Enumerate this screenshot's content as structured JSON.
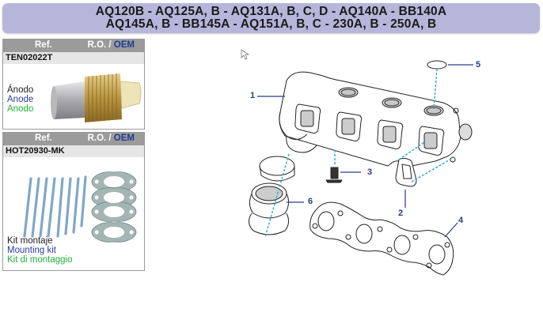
{
  "header": {
    "line1": "AQ120B - AQ125A, B - AQ131A, B, C, D - AQ140A - BB140A",
    "line2": "AQ145A, B - BB145A - AQ151A, B, C - 230A, B - 250A, B",
    "background": "#b6b6da"
  },
  "products": [
    {
      "ref_label": "Ref.",
      "ro_label": "R.O. / ",
      "oem_label": "OEM",
      "code": "TEN02022T",
      "name_es": "Ánodo",
      "name_en": "Anode",
      "name_it": "Anodo",
      "image": "anode-image"
    },
    {
      "ref_label": "Ref.",
      "ro_label": "R.O. / ",
      "oem_label": "OEM",
      "code": "HOT20930-MK",
      "name_es": "Kit montaje",
      "name_en": "Mounting kit",
      "name_it": "Kit di montaggio",
      "image": "mounting-kit-image"
    }
  ],
  "diagram": {
    "callouts": [
      "1",
      "2",
      "3",
      "4",
      "5",
      "6"
    ],
    "accent_color": "#2a3a8c",
    "dash_color": "#29a8e0"
  },
  "cursor": "arrow-cursor-icon"
}
